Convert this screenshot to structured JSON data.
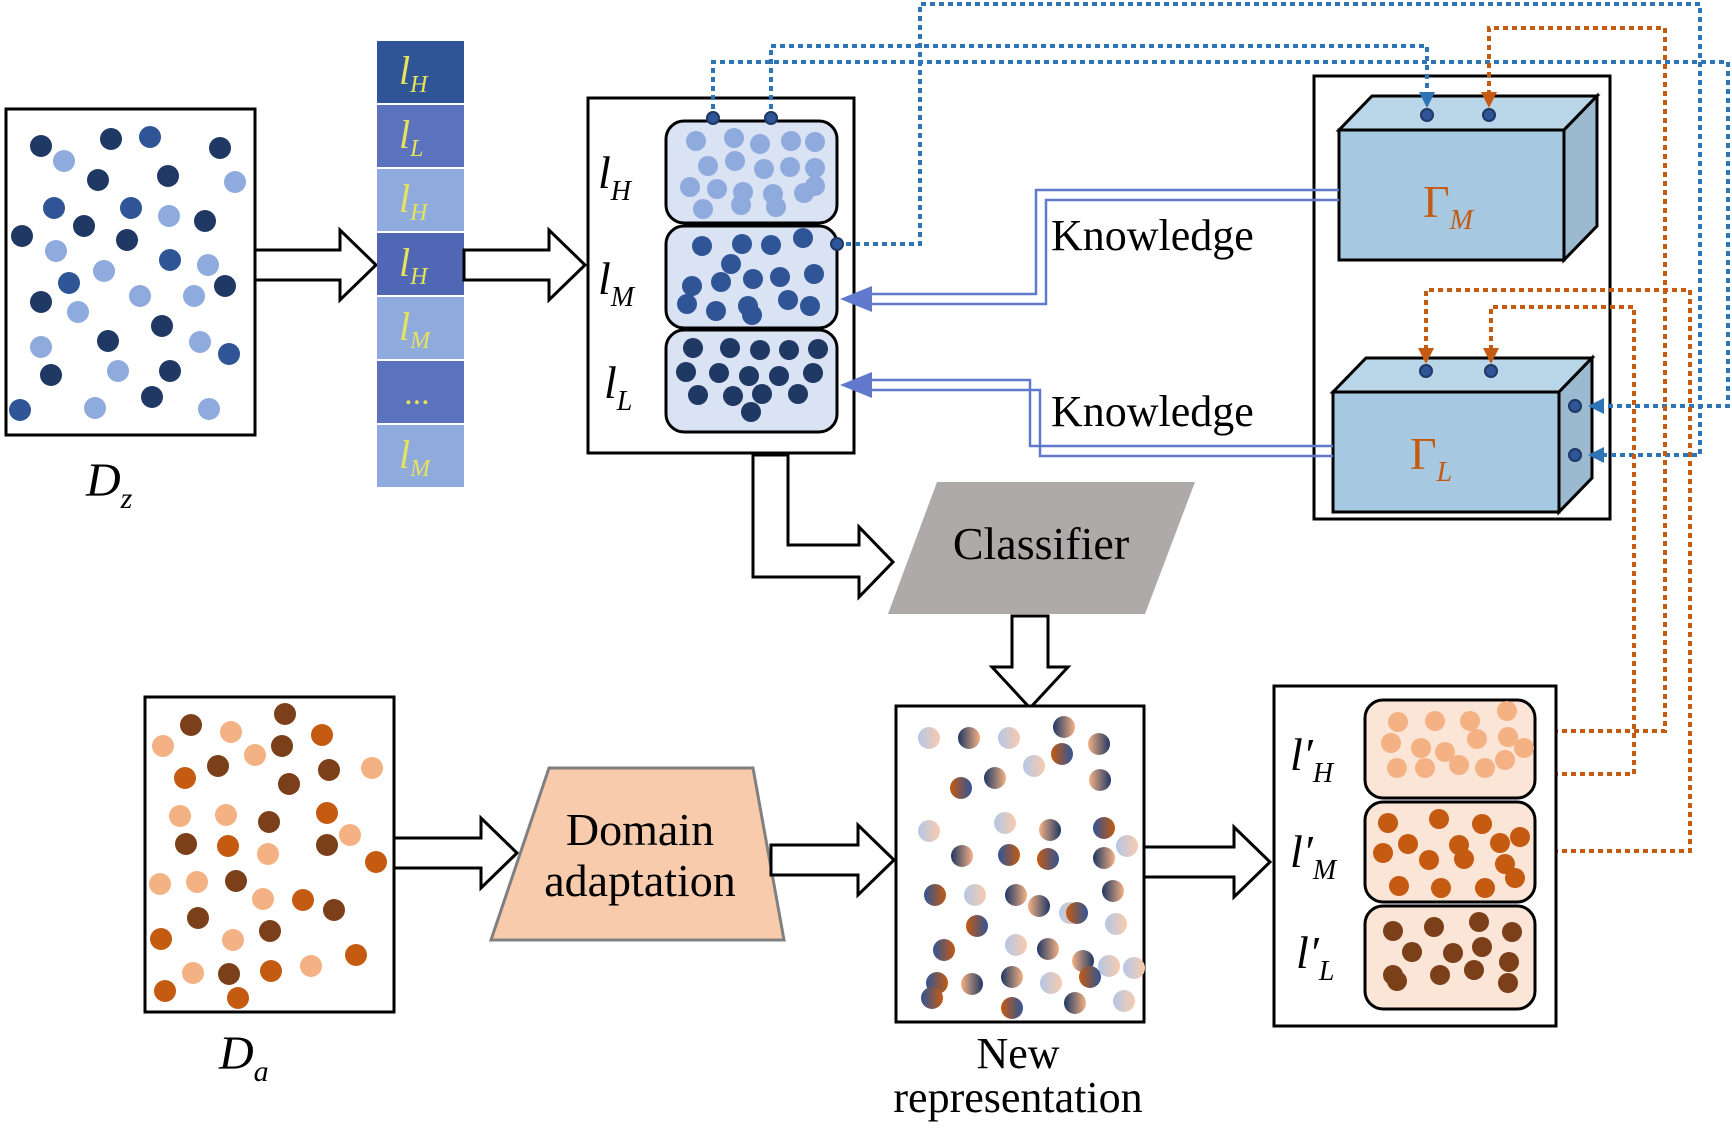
{
  "labels": {
    "dz_main": "D",
    "dz_sub": "z",
    "da_main": "D",
    "da_sub": "a",
    "new_rep_line1": "New",
    "new_rep_line2": "representation"
  },
  "sequence": [
    {
      "main": "l",
      "sub": "H",
      "color": "#2f5597"
    },
    {
      "main": "l",
      "sub": "L",
      "color": "#5b72be"
    },
    {
      "main": "l",
      "sub": "H",
      "color": "#8faadc"
    },
    {
      "main": "l",
      "sub": "H",
      "color": "#4f67b4"
    },
    {
      "main": "l",
      "sub": "M",
      "color": "#8faadc"
    },
    {
      "main": "...",
      "sub": "",
      "color": "#5b72be"
    },
    {
      "main": "l",
      "sub": "M",
      "color": "#8faadc"
    }
  ],
  "source_groups": [
    {
      "main": "l",
      "sub": "H"
    },
    {
      "main": "l",
      "sub": "M"
    },
    {
      "main": "l",
      "sub": "L"
    }
  ],
  "target_groups": [
    {
      "main": "l′",
      "sub": "H"
    },
    {
      "main": "l′",
      "sub": "M"
    },
    {
      "main": "l′",
      "sub": "L"
    }
  ],
  "knowledge_m": "Knowledge",
  "knowledge_l": "Knowledge",
  "gamma_m_main": "Γ",
  "gamma_m_sub": "M",
  "gamma_l_main": "Γ",
  "gamma_l_sub": "L",
  "classifier": "Classifier",
  "domain_adaptation_line1": "Domain",
  "domain_adaptation_line2": "adaptation",
  "colors": {
    "dark_blue": "#1f3864",
    "mid_blue": "#2f5597",
    "light_blue": "#8faadc",
    "dark_brown": "#7b3f1a",
    "orange": "#c55a11",
    "light_orange": "#f4b183",
    "box_blue": "#a6c8e0",
    "trapezoid": "#f8cbad",
    "classifier": "#aeaaaa",
    "dotted_blue": "#2e75b6",
    "dotted_orange": "#c55a11",
    "knowledge_arrow": "#6079cc"
  }
}
